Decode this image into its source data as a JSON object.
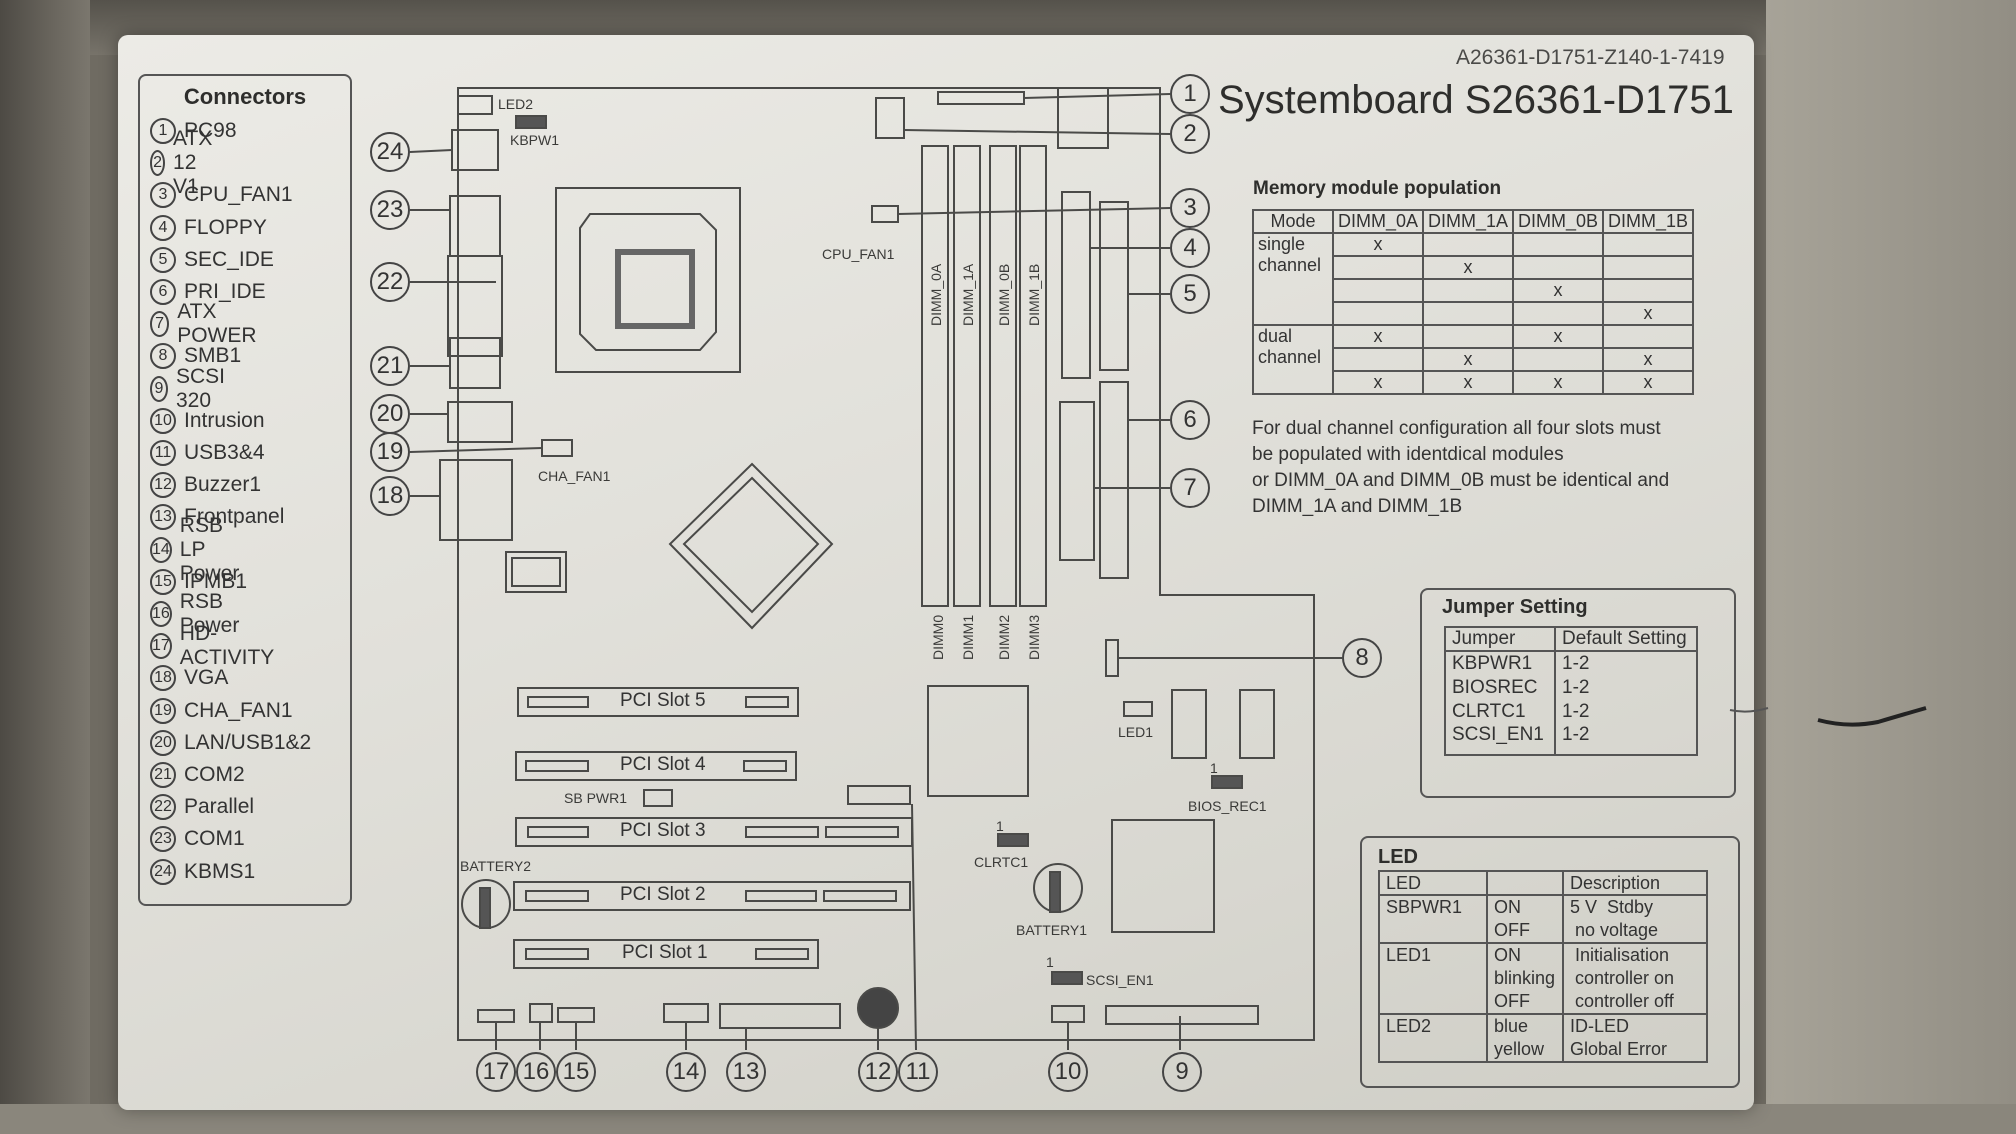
{
  "doc_id": "A26361-D1751-Z140-1-7419",
  "title": "Systemboard S26361-D1751",
  "connectors": {
    "heading": "Connectors",
    "items": [
      {
        "num": "1",
        "label": "PC98"
      },
      {
        "num": "2",
        "label": "ATX 12 V1"
      },
      {
        "num": "3",
        "label": "CPU_FAN1"
      },
      {
        "num": "4",
        "label": "FLOPPY"
      },
      {
        "num": "5",
        "label": "SEC_IDE"
      },
      {
        "num": "6",
        "label": "PRI_IDE"
      },
      {
        "num": "7",
        "label": "ATX POWER"
      },
      {
        "num": "8",
        "label": "SMB1"
      },
      {
        "num": "9",
        "label": "SCSI 320"
      },
      {
        "num": "10",
        "label": "Intrusion"
      },
      {
        "num": "11",
        "label": "USB3&4"
      },
      {
        "num": "12",
        "label": "Buzzer1"
      },
      {
        "num": "13",
        "label": "Frontpanel"
      },
      {
        "num": "14",
        "label": "RSB LP Power"
      },
      {
        "num": "15",
        "label": "IPMB1"
      },
      {
        "num": "16",
        "label": "RSB  Power"
      },
      {
        "num": "17",
        "label": "HD-ACTIVITY"
      },
      {
        "num": "18",
        "label": "VGA"
      },
      {
        "num": "19",
        "label": "CHA_FAN1"
      },
      {
        "num": "20",
        "label": "LAN/USB1&2"
      },
      {
        "num": "21",
        "label": "COM2"
      },
      {
        "num": "22",
        "label": "Parallel"
      },
      {
        "num": "23",
        "label": "COM1"
      },
      {
        "num": "24",
        "label": "KBMS1"
      }
    ]
  },
  "board_labels": {
    "led2": "LED2",
    "kbpw1": "KBPW1",
    "cpu_fan1": "CPU_FAN1",
    "cha_fan1": "CHA_FAN1",
    "dimm_0a": "DIMM_0A",
    "dimm_1a": "DIMM_1A",
    "dimm_0b": "DIMM_0B",
    "dimm_1b": "DIMM_1B",
    "dimm0": "DIMM0",
    "dimm1": "DIMM1",
    "dimm2": "DIMM2",
    "dimm3": "DIMM3",
    "pci5": "PCI Slot 5",
    "pci4": "PCI Slot 4",
    "pci3": "PCI Slot 3",
    "pci2": "PCI Slot 2",
    "pci1": "PCI Slot 1",
    "sbpwr1": "SB PWR1",
    "battery2": "BATTERY2",
    "battery1": "BATTERY1",
    "clrtc1": "CLRTC1",
    "led1": "LED1",
    "bios_rec1": "BIOS_REC1",
    "scsi_en1": "SCSI_EN1",
    "pin1": "1"
  },
  "memory": {
    "heading": "Memory module population",
    "columns": [
      "Mode",
      "DIMM_0A",
      "DIMM_1A",
      "DIMM_0B",
      "DIMM_1B"
    ],
    "single_mode": [
      "single",
      "channel"
    ],
    "dual_mode": [
      "dual",
      "channel"
    ],
    "rows": [
      [
        "x",
        "",
        "",
        ""
      ],
      [
        "",
        "x",
        "",
        ""
      ],
      [
        "",
        "",
        "x",
        ""
      ],
      [
        "",
        "",
        "",
        "x"
      ],
      [
        "x",
        "",
        "x",
        ""
      ],
      [
        "",
        "x",
        "",
        "x"
      ],
      [
        "x",
        "x",
        "x",
        "x"
      ]
    ],
    "note": [
      "For dual channel configuration all four slots must",
      "be populated with identdical modules",
      "or DIMM_0A and DIMM_0B must be identical and",
      "DIMM_1A and DIMM_1B"
    ]
  },
  "jumper": {
    "heading": "Jumper Setting",
    "columns": [
      "Jumper",
      "Default Setting"
    ],
    "rows": [
      [
        "KBPWR1",
        "1-2"
      ],
      [
        "BIOSREC",
        "1-2"
      ],
      [
        "CLRTC1",
        "1-2"
      ],
      [
        "SCSI_EN1",
        "1-2"
      ]
    ]
  },
  "led": {
    "heading": "LED",
    "columns": [
      "LED",
      "",
      "Description"
    ],
    "rows": [
      {
        "led": "SBPWR1",
        "states": [
          "ON",
          "OFF"
        ],
        "desc": [
          "5 V  Stdby",
          " no voltage"
        ]
      },
      {
        "led": "LED1",
        "states": [
          "ON",
          "blinking",
          "OFF"
        ],
        "desc": [
          " Initialisation",
          " controller on",
          " controller off"
        ]
      },
      {
        "led": "LED2",
        "states": [
          "blue",
          "yellow"
        ],
        "desc": [
          "ID-LED",
          "Global Error"
        ]
      }
    ]
  }
}
